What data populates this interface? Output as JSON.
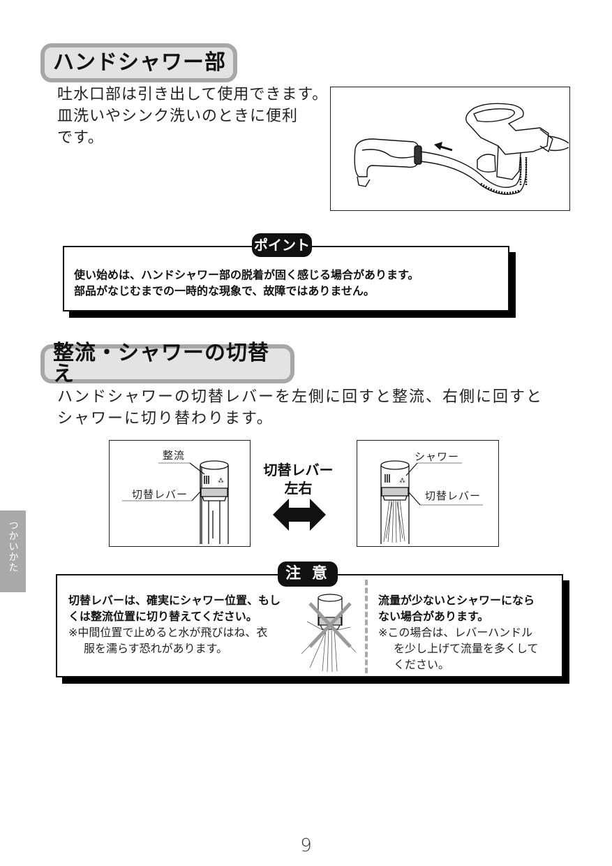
{
  "page": {
    "number": "9",
    "side_tab": "つかいかた"
  },
  "section1": {
    "title": "ハンドシャワー部",
    "body_lines": [
      "吐水口部は引き出して使用できます。",
      "皿洗いやシンク洗いのときに便利",
      "です。"
    ],
    "figure": {
      "description": "hand-shower-pull-out-illustration",
      "arrow_direction": "left"
    }
  },
  "point_box": {
    "tag": "ポイント",
    "lines": [
      "使い始めは、ハンドシャワー部の脱着が固く感じる場合があります。",
      "部品がなじむまでの一時的な現象で、故障ではありません。"
    ]
  },
  "section2": {
    "title": "整流・シャワーの切替え",
    "body_lines": [
      "ハンドシャワーの切替レバーを左側に回すと整流、右側に回すと",
      "シャワーに切り替わります。"
    ],
    "left_figure": {
      "mode_label": "整流",
      "lever_label": "切替レバー"
    },
    "center": {
      "line1": "切替レバー",
      "line2": "左右",
      "arrow": "double-arrow-left-right"
    },
    "right_figure": {
      "mode_label": "シャワー",
      "lever_label": "切替レバー"
    }
  },
  "caution_box": {
    "tag": "注 意",
    "left": {
      "bold_lines": [
        "切替レバーは、確実にシャワー位置、もし",
        "くは整流位置に切り替えてください。"
      ],
      "note_lines": [
        "※中間位置で止めると水が飛びはね、衣",
        "服を濡らす恐れがあります。"
      ]
    },
    "right": {
      "bold_lines": [
        "流量が少ないとシャワーになら",
        "ない場合があります。"
      ],
      "note_lines": [
        "※この場合は、レバーハンドル",
        "を少し上げて流量を多くして",
        "ください。"
      ]
    }
  }
}
